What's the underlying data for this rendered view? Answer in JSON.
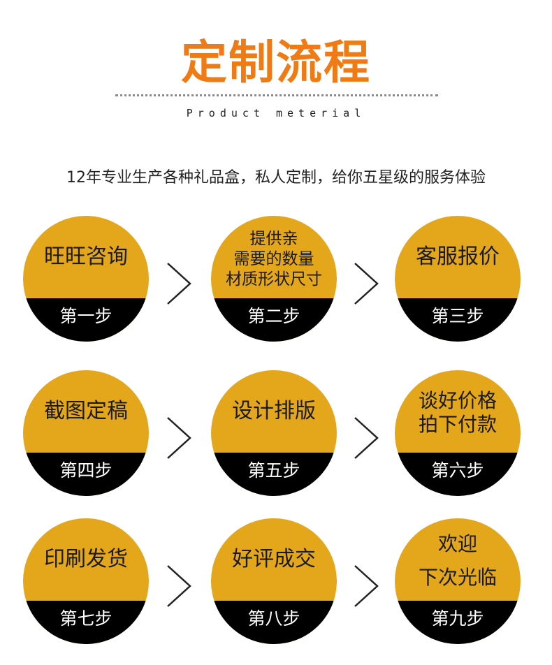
{
  "header": {
    "title": "定制流程",
    "subtitle": "Product meterial",
    "intro": "12年专业生产各种礼品盒，私人定制，给你五星级的服务体验"
  },
  "steps": [
    {
      "lines": [
        "旺旺咨询"
      ],
      "label": "第一步"
    },
    {
      "lines": [
        "提供亲",
        "需要的数量",
        "材质形状尺寸"
      ],
      "label": "第二步"
    },
    {
      "lines": [
        "客服报价"
      ],
      "label": "第三步"
    },
    {
      "lines": [
        "截图定稿"
      ],
      "label": "第四步"
    },
    {
      "lines": [
        "设计排版"
      ],
      "label": "第五步"
    },
    {
      "lines": [
        "谈好价格",
        "拍下付款"
      ],
      "label": "第六步"
    },
    {
      "lines": [
        "印刷发货"
      ],
      "label": "第七步"
    },
    {
      "lines": [
        "好评成交"
      ],
      "label": "第八步"
    },
    {
      "lines": [
        "欢迎",
        "下次光临"
      ],
      "label": "第九步"
    }
  ],
  "colors": {
    "title": "#f07a14",
    "circle": "#e4a71c",
    "band": "#000000",
    "arrow": "#222222"
  },
  "icons": {
    "arrow": "chevron-right-icon"
  }
}
